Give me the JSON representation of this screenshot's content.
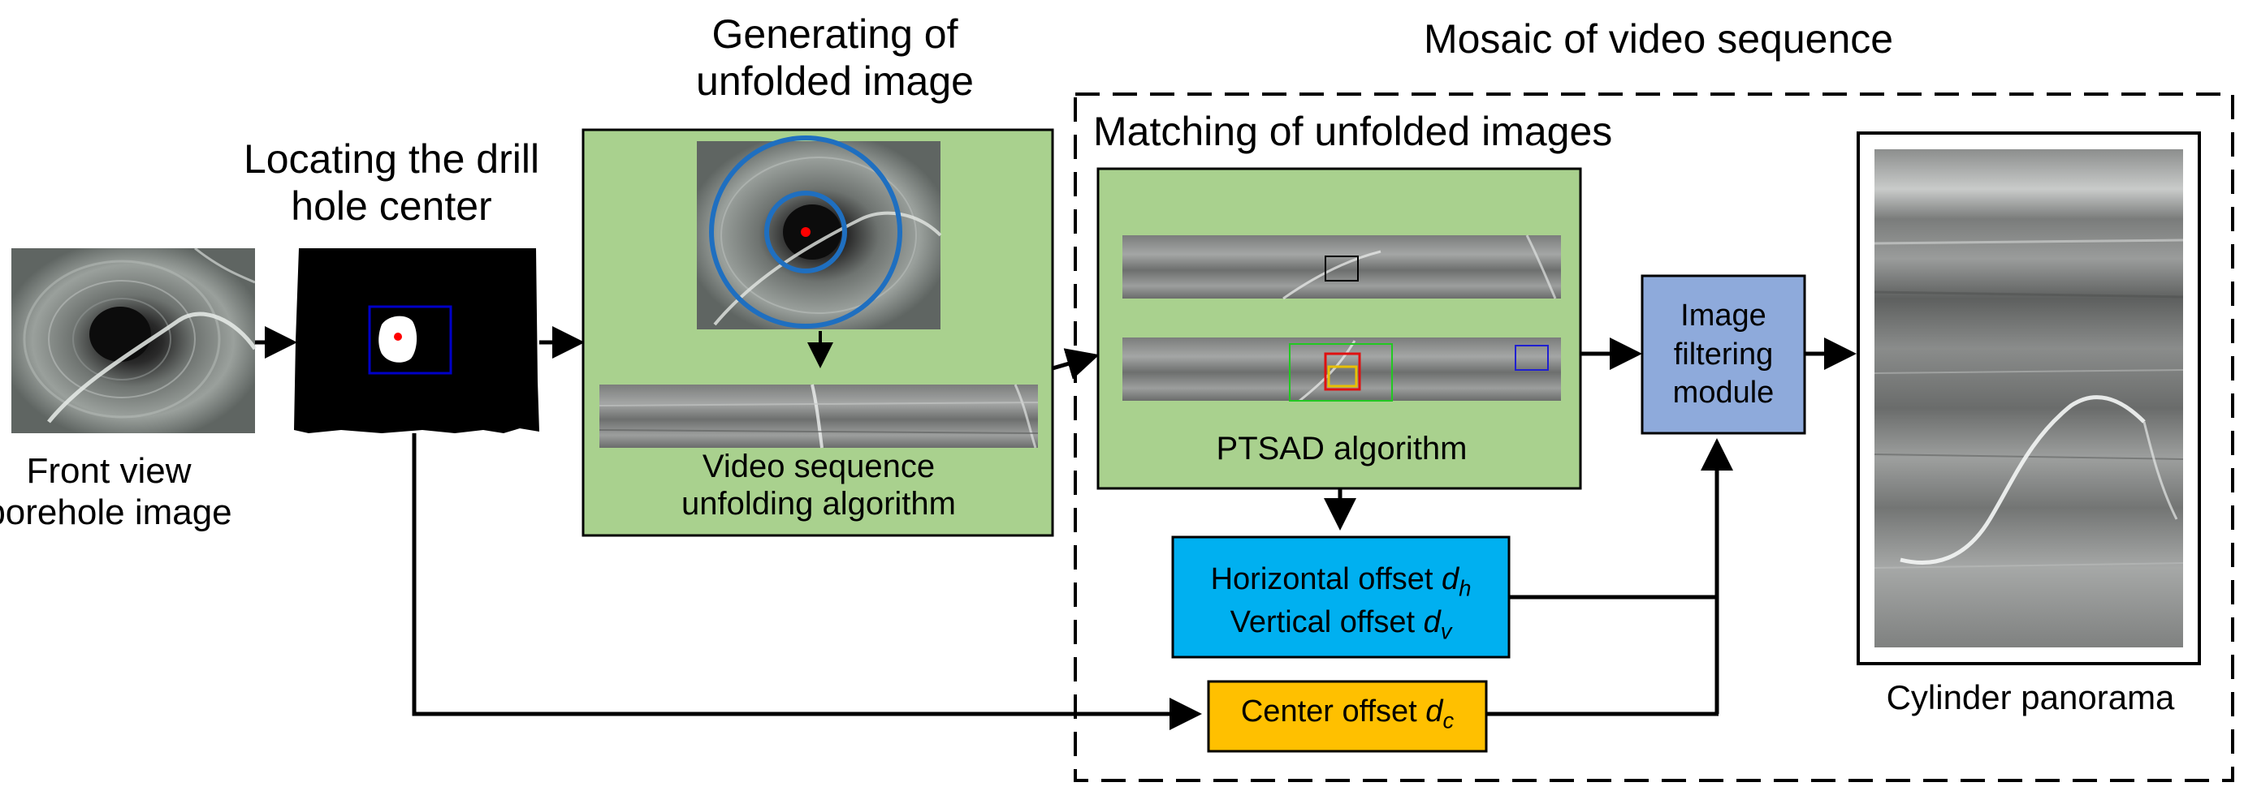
{
  "labels": {
    "front_view_line1": "Front view",
    "front_view_line2": "borehole image",
    "locating_line1": "Locating the drill",
    "locating_line2": "hole center",
    "generating_line1": "Generating of",
    "generating_line2": "unfolded image",
    "unfolding_line1": "Video sequence",
    "unfolding_line2": "unfolding algorithm",
    "mosaic_title": "Mosaic of video sequence",
    "matching_title": "Matching of unfolded images",
    "ptsad": "PTSAD algorithm",
    "filter_line1": "Image",
    "filter_line2": "filtering",
    "filter_line3": "module",
    "offset_h": "Horizontal offset ",
    "offset_h_var": "d",
    "offset_h_sub": "h",
    "offset_v": "Vertical offset ",
    "offset_v_var": "d",
    "offset_v_sub": "v",
    "center_offset": "Center offset ",
    "center_var": "d",
    "center_sub": "c",
    "panorama": "Cylinder panorama"
  },
  "colors": {
    "green_box": "#a9d18e",
    "cyan_box": "#00b0f0",
    "orange_box": "#ffc000",
    "blue_box": "#8eaadb",
    "arrow": "#000000",
    "circle": "#1f6fc0",
    "red_dot": "#ff0000"
  }
}
